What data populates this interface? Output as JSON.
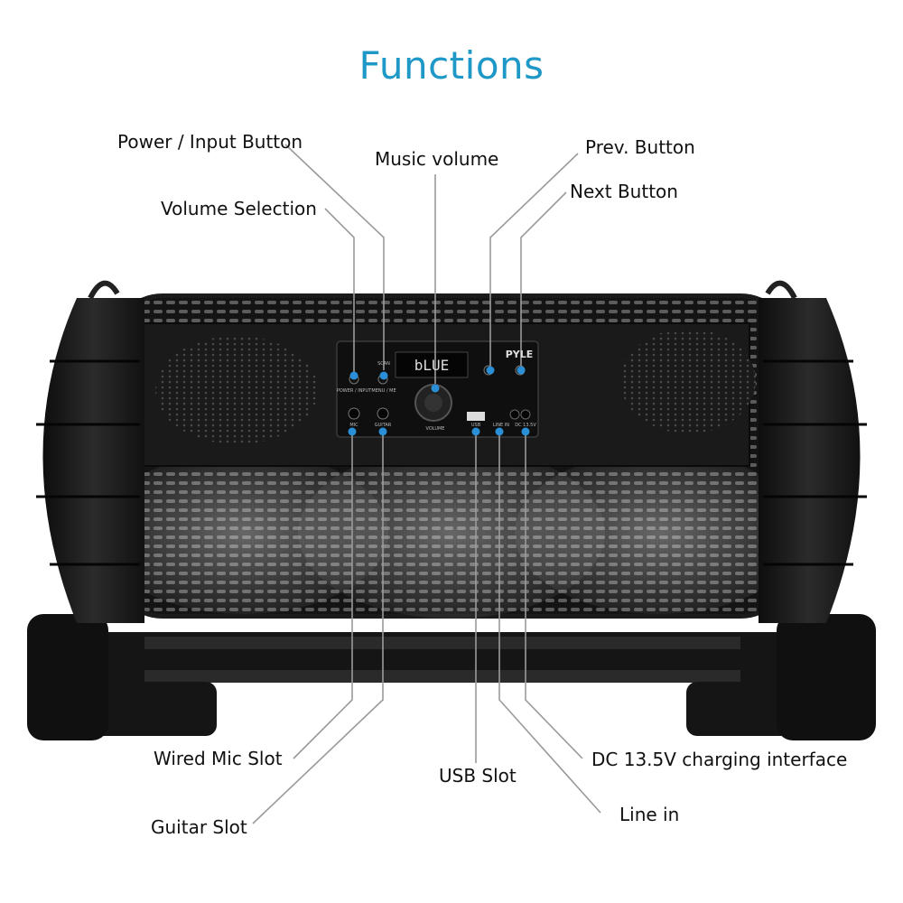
{
  "title": "Functions",
  "callouts": {
    "power_input_button": "Power / Input Button",
    "volume_selection": "Volume Selection",
    "music_volume": "Music volume",
    "prev_button": "Prev. Button",
    "next_button": "Next Button",
    "wired_mic_slot": "Wired Mic Slot",
    "guitar_slot": "Guitar Slot",
    "usb_slot": "USB Slot",
    "dc_charging": "DC 13.5V charging interface",
    "line_in": "Line in"
  },
  "panel": {
    "brand": "PYLE",
    "display_text": "bLUE",
    "labels": {
      "power": "POWER / INPUT",
      "scan": "SCAN",
      "menu": "MENU / ME",
      "volume": "VOLUME",
      "mic": "MIC",
      "guitar": "GUITAR",
      "usb": "USB",
      "line_in": "LINE IN",
      "dc": "DC 13.5V"
    }
  },
  "colors": {
    "accent": "#1e98c6",
    "marker": "#2a8fd6",
    "leader": "#9a9a9a",
    "body": "#1b1b1b"
  }
}
